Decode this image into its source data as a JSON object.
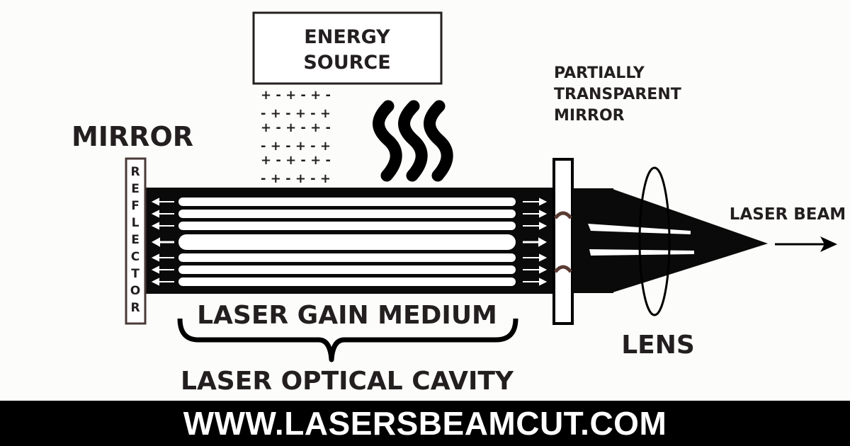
{
  "labels": {
    "energy_source": [
      "ENERGY",
      "SOURCE"
    ],
    "mirror": "MIRROR",
    "reflector": [
      "R",
      "E",
      "F",
      "L",
      "E",
      "C",
      "T",
      "O",
      "R"
    ],
    "partial_mirror": [
      "PARTIALLY",
      "TRANSPARENT",
      "MIRROR"
    ],
    "laser_beam": "LASER BEAM",
    "gain_medium": "LASER GAIN MEDIUM",
    "optical_cavity": "LASER OPTICAL CAVITY",
    "lens": "LENS"
  },
  "charge_rows": [
    "+ - + - + -",
    "- + - + - +",
    "+ - + - + -",
    "- + - + - +",
    "+ - + - + -",
    "- + - + - +"
  ],
  "footer": {
    "url": "WWW.LASERSBEAMCUT.COM"
  },
  "colors": {
    "ink": "#231f20",
    "tube": "#0a0a0a",
    "background": "#fcfcfa",
    "rod": "#ffffff"
  }
}
